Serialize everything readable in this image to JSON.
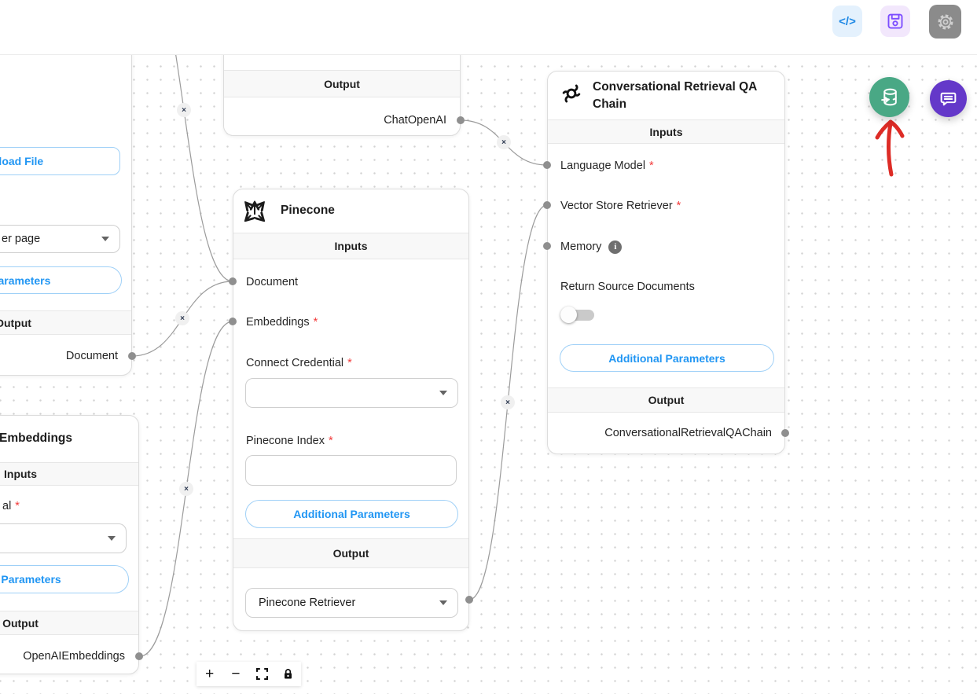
{
  "header": {
    "code_glyph": "</>"
  },
  "misc": {
    "required": "*",
    "edge_close": "×",
    "info_glyph": "i"
  },
  "controls": {
    "zoom_in": "+",
    "zoom_out": "−"
  },
  "nodes": {
    "chat_openai": {
      "output_header": "Output",
      "output_label": "ChatOpenAI"
    },
    "file_loader": {
      "upload_label": "Upload File",
      "pagesplit_value": "er page",
      "additional_params_label": "al Parameters",
      "output_header": "Output",
      "output_label": "Document"
    },
    "openai_embeddings": {
      "title": "Embeddings",
      "inputs_header": "Inputs",
      "credential_label": "al",
      "additional_params_label": "nal Parameters",
      "output_header": "Output",
      "output_label": "OpenAIEmbeddings"
    },
    "pinecone": {
      "title": "Pinecone",
      "inputs_header": "Inputs",
      "document_label": "Document",
      "embeddings_label": "Embeddings",
      "credential_label": "Connect Credential",
      "index_label": "Pinecone Index",
      "additional_params_label": "Additional Parameters",
      "output_header": "Output",
      "output_value": "Pinecone Retriever"
    },
    "qa_chain": {
      "title": "Conversational Retrieval QA Chain",
      "inputs_header": "Inputs",
      "language_model_label": "Language Model",
      "retriever_label": "Vector Store Retriever",
      "memory_label": "Memory",
      "return_source_label": "Return Source Documents",
      "additional_params_label": "Additional Parameters",
      "output_header": "Output",
      "output_label": "ConversationalRetrievalQAChain"
    }
  },
  "colors": {
    "accent_blue": "#2196f3",
    "green_fab": "#49a885",
    "purple_fab": "#6438c9",
    "required_red": "#f23a3a",
    "arrow_red": "#dd2c26"
  }
}
